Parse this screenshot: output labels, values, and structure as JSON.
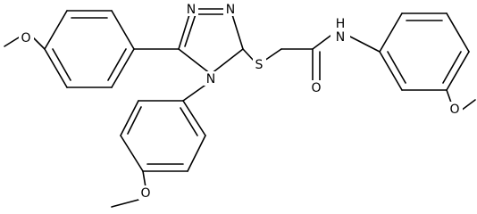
{
  "molecule": {
    "atoms": {
      "n_triazole_1": "N",
      "n_triazole_2": "N",
      "n_triazole_4": "N",
      "sulfur": "S",
      "amide_oxygen": "O",
      "amide_nitrogen": "N",
      "amide_hydrogen": "H",
      "methoxy_oxygen_top_left": "O",
      "methoxy_oxygen_bottom": "O",
      "methoxy_oxygen_right": "O"
    }
  }
}
